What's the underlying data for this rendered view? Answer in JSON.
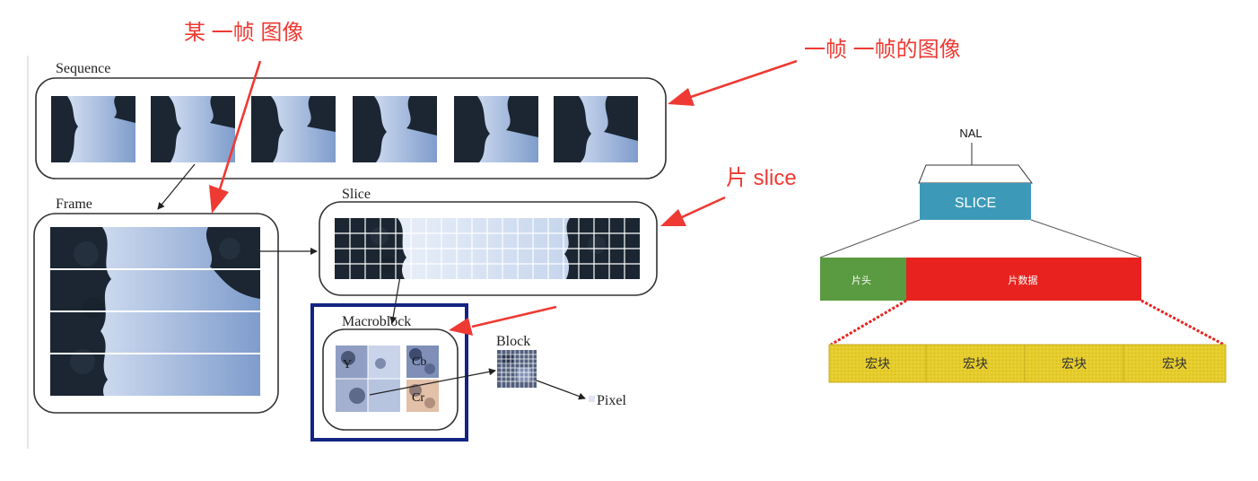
{
  "annotations": {
    "one_frame": "某 一帧 图像",
    "frames_sequence": "一帧 一帧的图像",
    "slice": "片 slice"
  },
  "hierarchy": {
    "sequence": "Sequence",
    "frame": "Frame",
    "slice": "Slice",
    "macroblock": "Macroblock",
    "block": "Block",
    "pixel": "Pixel",
    "channels": [
      "Y",
      "Cb",
      "Cr"
    ]
  },
  "nal": {
    "nal": "NAL",
    "slice": "SLICE",
    "slice_header": "片头",
    "slice_data": "片数据",
    "macroblocks": [
      "宏块",
      "宏块",
      "宏块",
      "宏块"
    ]
  },
  "colors": {
    "annotation": "#ee3a33",
    "slice_box": "#3c9ab8",
    "header_box": "#5a9a41",
    "data_box": "#e8231f",
    "macroblock_box": "#e5cc2c",
    "highlight_border": "#142482",
    "sky_light": "#e6eefa",
    "sky_dark": "#7f9ccc",
    "foliage": "#1b2632"
  }
}
